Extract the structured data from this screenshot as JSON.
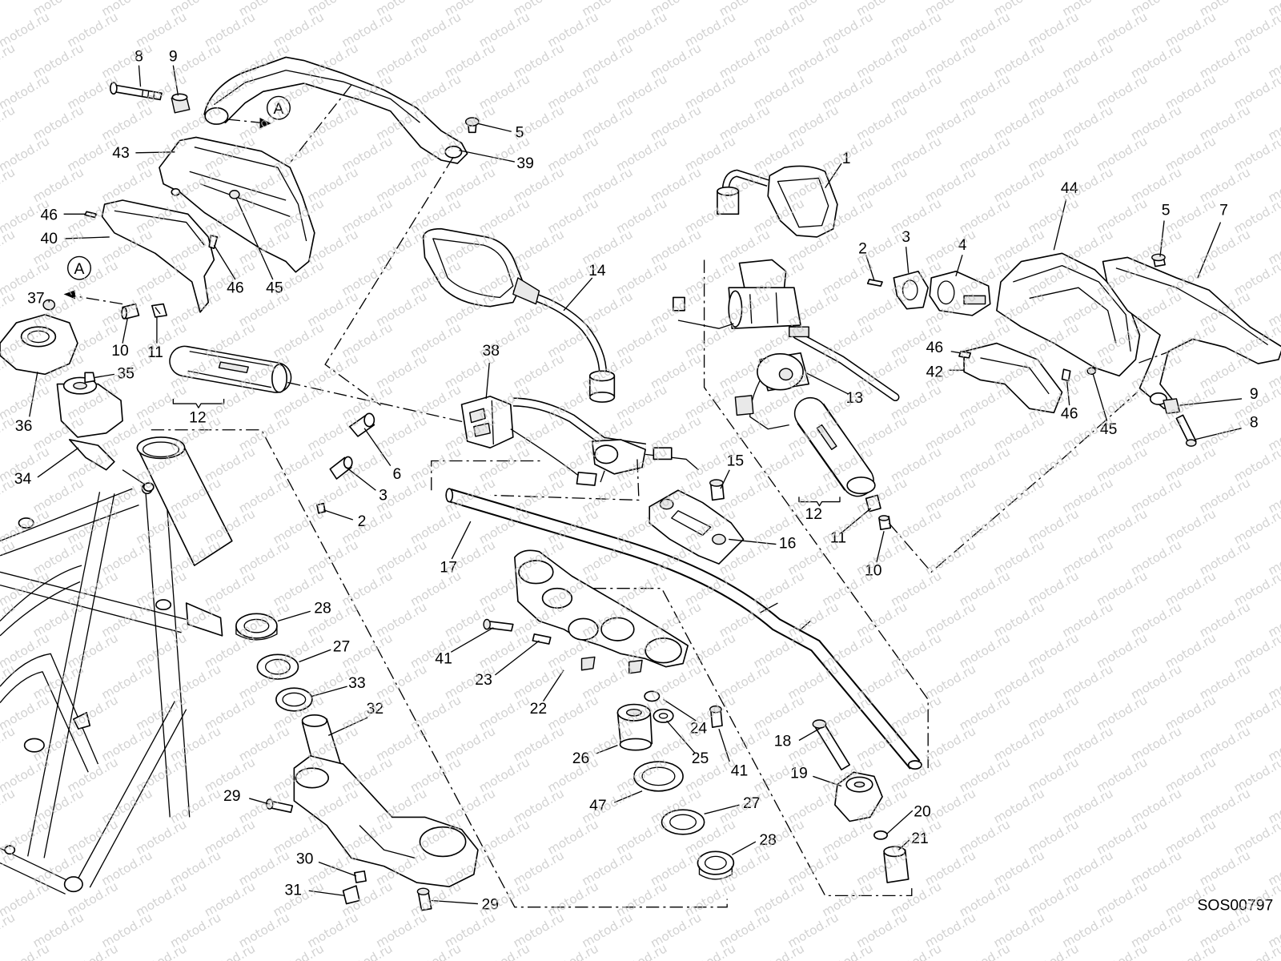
{
  "figure": {
    "drawing_code": "SOS00797",
    "watermark": "motod.ru"
  },
  "view_refs": [
    "A",
    "A"
  ],
  "callouts": [
    "8",
    "9",
    "5",
    "39",
    "43",
    "46",
    "40",
    "46",
    "45",
    "37",
    "10",
    "11",
    "35",
    "12",
    "36",
    "34",
    "14",
    "38",
    "6",
    "3",
    "2",
    "17",
    "1",
    "2",
    "3",
    "4",
    "44",
    "5",
    "7",
    "46",
    "42",
    "13",
    "9",
    "8",
    "46",
    "45",
    "15",
    "12",
    "16",
    "11",
    "10",
    "28",
    "27",
    "33",
    "32",
    "41",
    "23",
    "22",
    "24",
    "25",
    "26",
    "41",
    "18",
    "19",
    "29",
    "47",
    "27",
    "20",
    "28",
    "21",
    "30",
    "31",
    "29"
  ],
  "colors": {
    "line": "#000000",
    "background": "#ffffff",
    "watermark": "#c4c4c4"
  }
}
